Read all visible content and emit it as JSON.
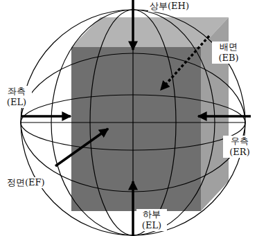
{
  "diagram": {
    "labels": [
      "상부(EH)",
      "배면 (EB)",
      "좌측 (EL)",
      "우측 (ER)",
      "정면(EF)",
      "하부 (EL)"
    ]
  }
}
